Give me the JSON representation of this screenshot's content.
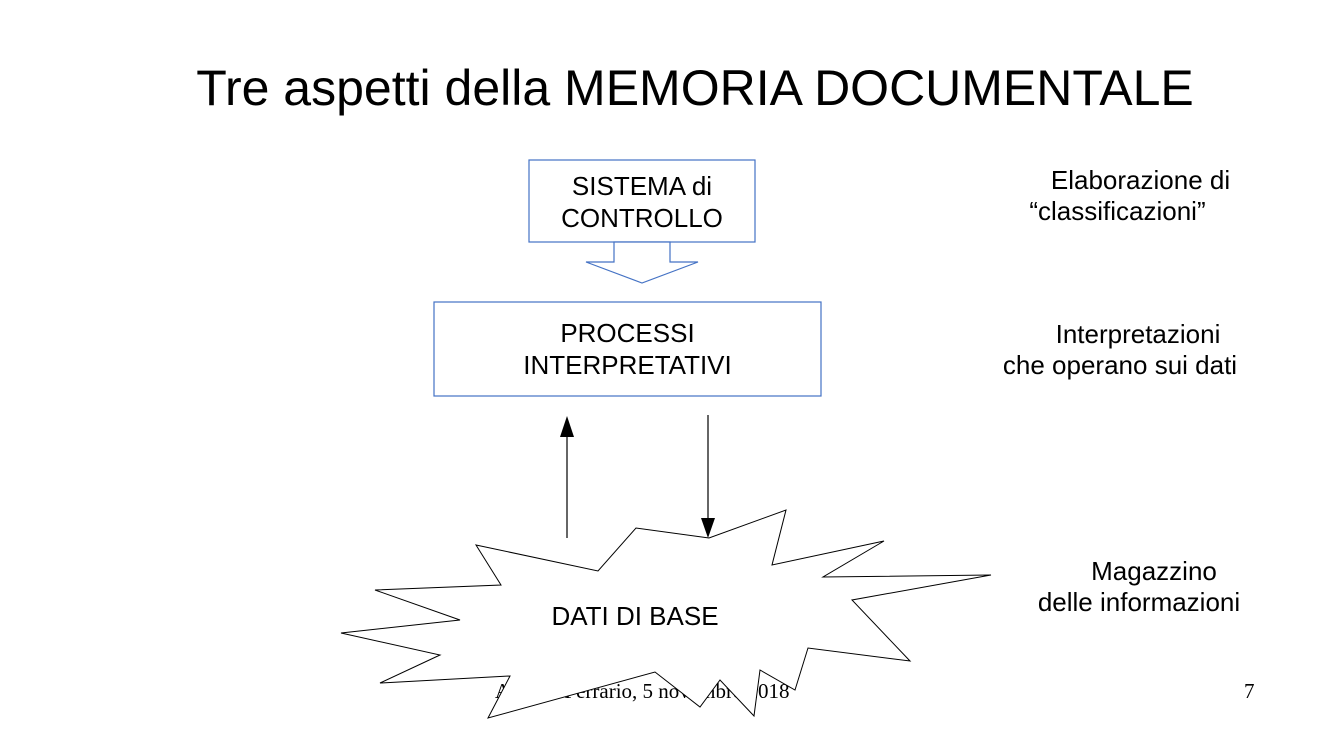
{
  "slide": {
    "title": "Tre aspetti della MEMORIA DOCUMENTALE",
    "page_number": "7",
    "footer_text": "Aurelio Ferrario, 5 novembre 2018",
    "colors": {
      "box_border": "#4472c4",
      "arrow": "#000000",
      "text": "#000000"
    }
  },
  "diagram": {
    "control_box": {
      "label_line1": "SISTEMA di",
      "label_line2": "CONTROLLO"
    },
    "process_box": {
      "label_line1": "PROCESSI",
      "label_line2": "INTERPRETATIVI"
    },
    "data_burst": {
      "label": "DATI DI BASE"
    }
  },
  "notes": {
    "top": {
      "line1": "Elaborazione di",
      "line2": "“classificazioni”"
    },
    "middle": {
      "line1": "Interpretazioni",
      "line2": "che operano sui dati"
    },
    "bottom": {
      "line1": "Magazzino",
      "line2": "delle informazioni"
    }
  }
}
